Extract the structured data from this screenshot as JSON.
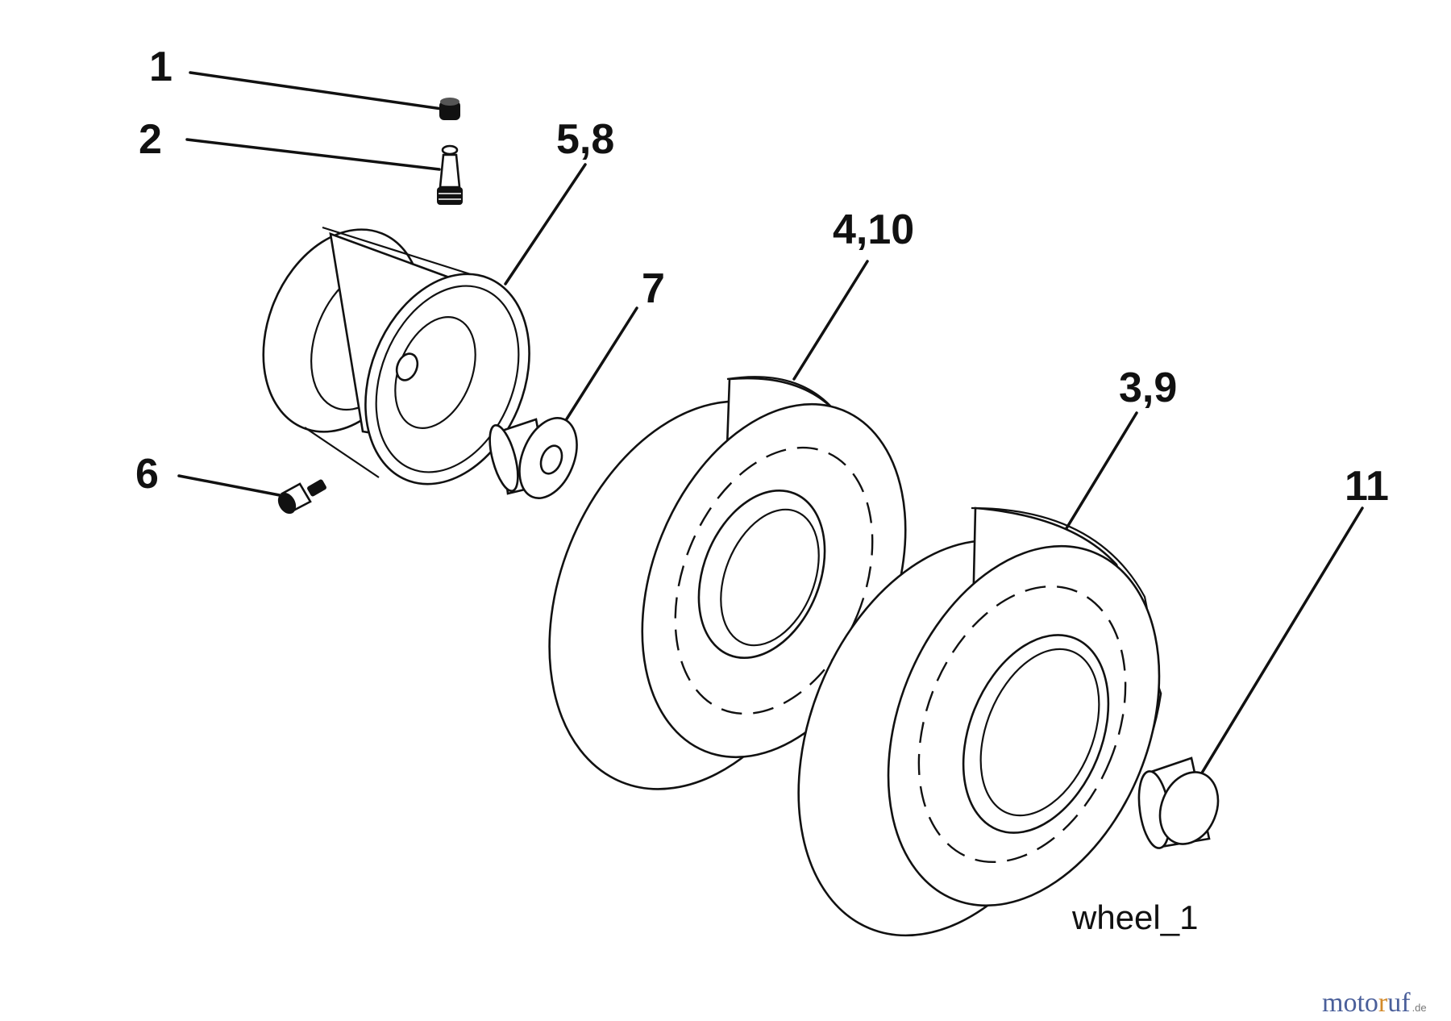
{
  "diagram": {
    "callouts": {
      "c1": "1",
      "c2": "2",
      "c58": "5,8",
      "c410": "4,10",
      "c7": "7",
      "c39": "3,9",
      "c6": "6",
      "c11": "11"
    },
    "caption": "wheel_1",
    "watermark": {
      "part1": "moto",
      "part2": "r",
      "part3": "uf",
      "suffix": ".de"
    }
  }
}
